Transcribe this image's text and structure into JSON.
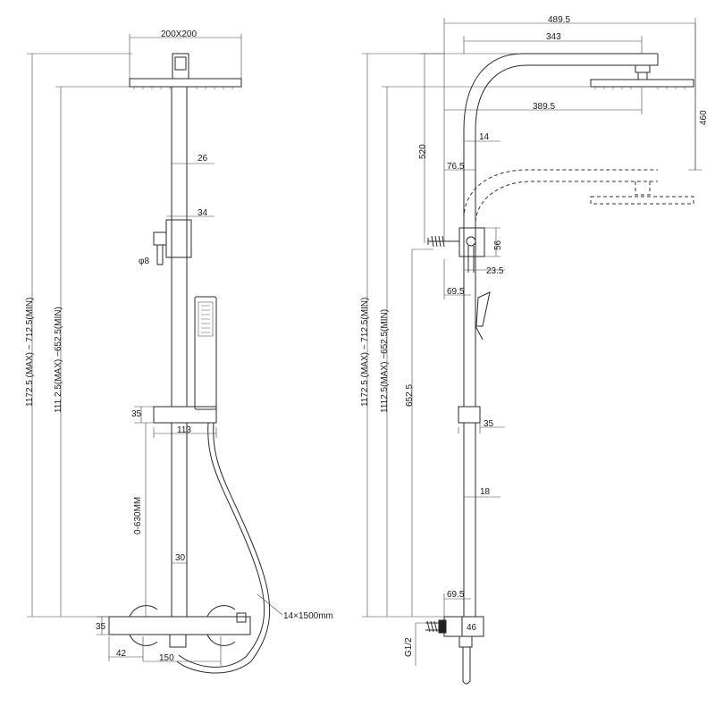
{
  "front_view": {
    "head_size": "200X200",
    "height_total": "1172.5 (MAX) ~ 712.5(MIN)",
    "height_head": "111 2.5(MAX) ~652.5(MIN)",
    "pipe_upper": "26",
    "bracket": "34",
    "knob_dia": "φ8",
    "slider_height": "35",
    "slider_width": "113",
    "slide_range": "0-630MM",
    "pipe_lower": "30",
    "hose": "14×1500mm",
    "mixer_height": "35",
    "mixer_offset": "42",
    "mixer_centers": "150"
  },
  "side_view": {
    "reach_total": "489.5",
    "reach_arm": "343",
    "head_offset": "389.5",
    "head_drop": "460",
    "arm_height": "520",
    "pipe_top": "14",
    "wall_to_pipe": "76.5",
    "bracket_height": "56",
    "bracket_depth": "23.5",
    "bracket_wall": "69.5",
    "height_total": "1172.5 (MAX) ~ 712.5(MIN)",
    "height_head": "1112.5(MAX) ~652.5(MIN)",
    "height_lower": "652.5",
    "slider_width": "35",
    "pipe_lower": "18",
    "mixer_wall": "69.5",
    "mixer_box": "46",
    "thread": "G1/2"
  }
}
